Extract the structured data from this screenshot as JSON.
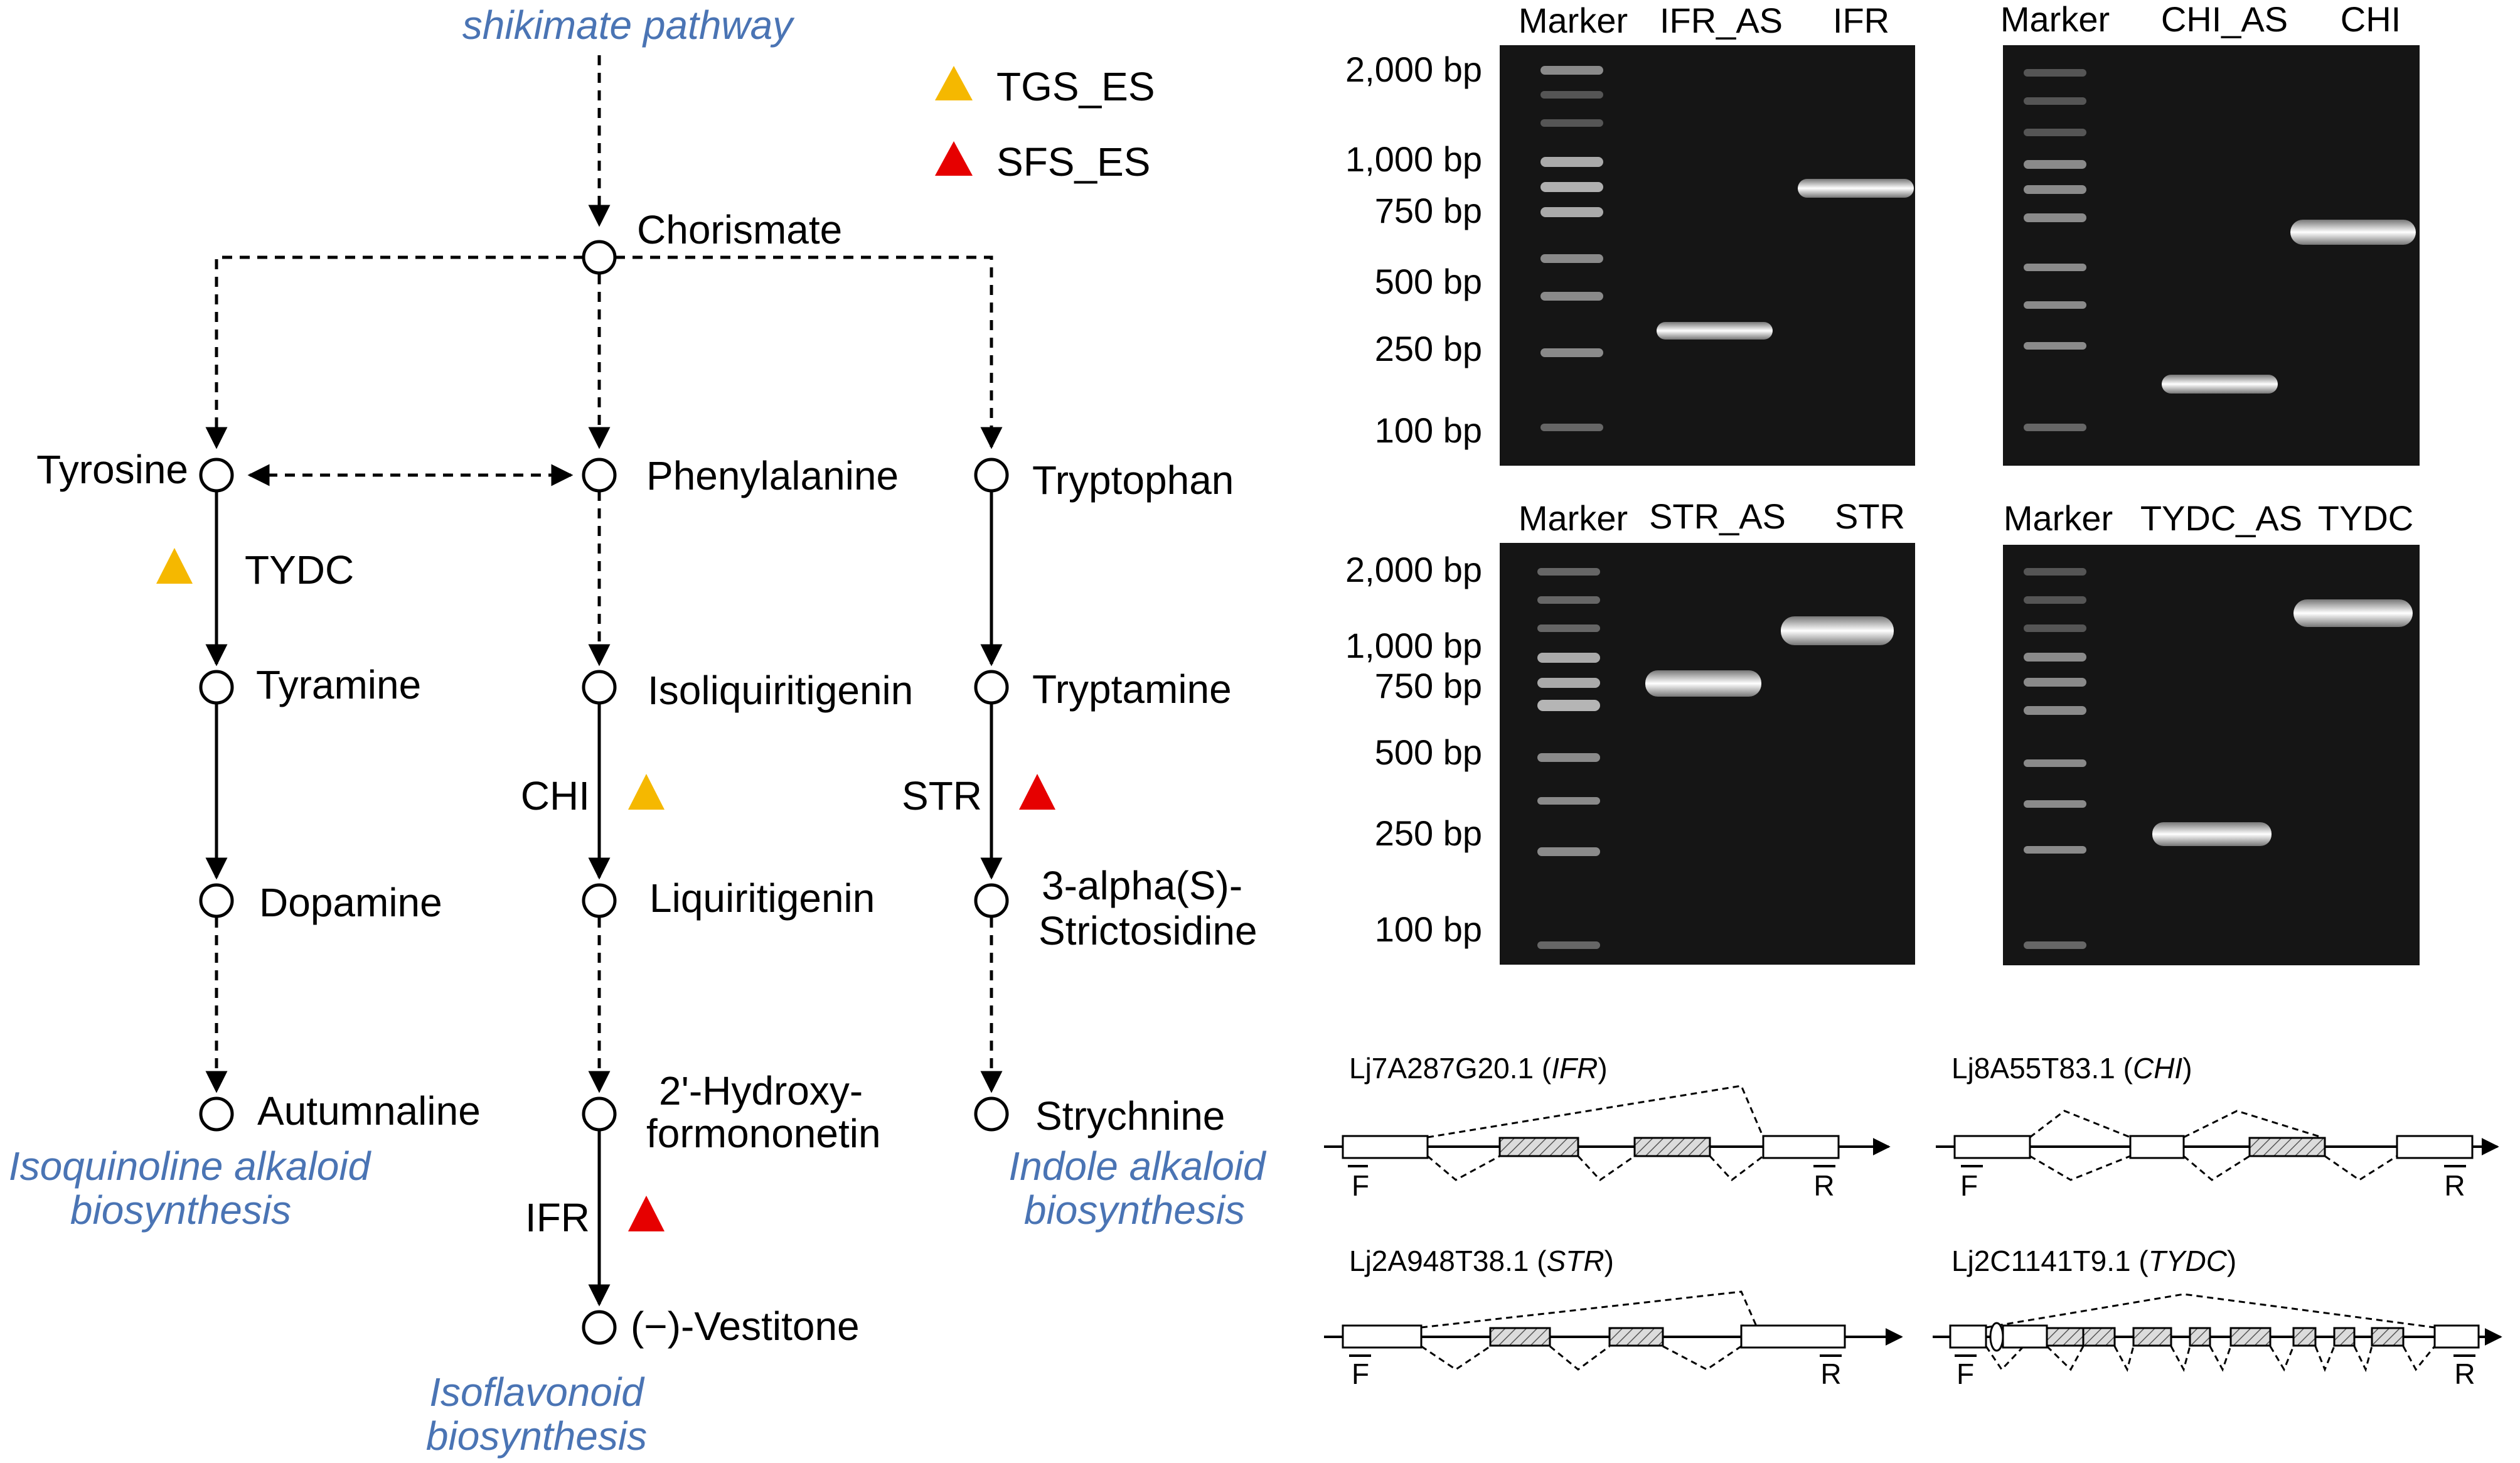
{
  "pathway": {
    "source": "shikimate pathway",
    "legend": [
      {
        "label": "TGS_ES",
        "color": "#f5b800"
      },
      {
        "label": "SFS_ES",
        "color": "#e60000"
      }
    ],
    "nodes": {
      "chorismate": "Chorismate",
      "tyrosine": "Tyrosine",
      "phenylalanine": "Phenylalanine",
      "tryptophan": "Tryptophan",
      "tyramine": "Tyramine",
      "isoliquiritigenin": "Isoliquiritigenin",
      "tryptamine": "Tryptamine",
      "dopamine": "Dopamine",
      "liquiritigenin": "Liquiritigenin",
      "strictosidine_1": "3-alpha(S)-",
      "strictosidine_2": "Strictosidine",
      "autumnaline": "Autumnaline",
      "hydroxy_1": "2'-Hydroxy-",
      "hydroxy_2": "formononetin",
      "strychnine": "Strychnine",
      "vestitone": "(−)-Vestitone"
    },
    "enzymes": {
      "tydc": "TYDC",
      "chi": "CHI",
      "str": "STR",
      "ifr": "IFR"
    },
    "groups": {
      "isoquinoline_1": "Isoquinoline alkaloid",
      "isoquinoline_2": "biosynthesis",
      "isoflavonoid_1": "Isoflavonoid",
      "isoflavonoid_2": "biosynthesis",
      "indole_1": "Indole alkaloid",
      "indole_2": "biosynthesis"
    }
  },
  "gels": {
    "sizes": [
      "2,000 bp",
      "1,000 bp",
      "750 bp",
      "500 bp",
      "250 bp",
      "100 bp"
    ],
    "panels": [
      {
        "lanes": [
          "Marker",
          "IFR_AS",
          "IFR"
        ]
      },
      {
        "lanes": [
          "Marker",
          "CHI_AS",
          "CHI"
        ]
      },
      {
        "lanes": [
          "Marker",
          "STR_AS",
          "STR"
        ]
      },
      {
        "lanes": [
          "Marker",
          "TYDC_AS",
          "TYDC"
        ]
      }
    ]
  },
  "gene_models": [
    {
      "id": "Lj7A287G20.1",
      "gene": "IFR",
      "f": "F",
      "r": "R"
    },
    {
      "id": "Lj8A55T83.1",
      "gene": "CHI",
      "f": "F",
      "r": "R"
    },
    {
      "id": "Lj2A948T38.1",
      "gene": "STR",
      "f": "F",
      "r": "R"
    },
    {
      "id": "Lj2C1141T9.1",
      "gene": "TYDC",
      "f": "F",
      "r": "R"
    }
  ]
}
